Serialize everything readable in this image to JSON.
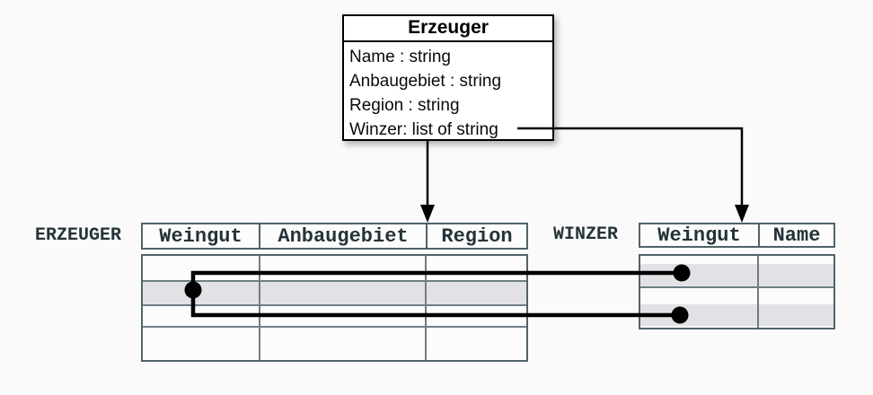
{
  "diagram": {
    "class_box": {
      "title": "Erzeuger",
      "attributes": [
        "Name : string",
        "Anbaugebiet : string",
        "Region : string",
        "Winzer: list of string"
      ]
    },
    "tables": {
      "erzeuger": {
        "label": "ERZEUGER",
        "columns": [
          "Weingut",
          "Anbaugebiet",
          "Region"
        ],
        "body_rows": 4,
        "shaded_rows": [
          2
        ],
        "cells_empty": true
      },
      "winzer": {
        "label": "WINZER",
        "columns": [
          "Weingut",
          "Name"
        ],
        "body_rows": 3,
        "shaded_rows": [
          1,
          3
        ],
        "cells_empty": true
      }
    },
    "relationships": [
      {
        "from": "Erzeuger class box",
        "to": "ERZEUGER table header",
        "type": "down-arrow"
      },
      {
        "from": "attribute Winzer: list of string",
        "to": "WINZER table header",
        "type": "down-arrow"
      },
      {
        "from": "ERZEUGER body row 2 junction dot",
        "to": "WINZER body rows 1 and 3 dots",
        "type": "thick-row-link"
      }
    ],
    "colors": {
      "background": "#fafafa",
      "class_border": "#000000",
      "class_fill": "#ffffff",
      "table_border": "#51626a",
      "table_fill": "#fcfcfc",
      "row_shading": "#e2e2e6",
      "table_text": "#243338",
      "connector": "#000000"
    }
  }
}
